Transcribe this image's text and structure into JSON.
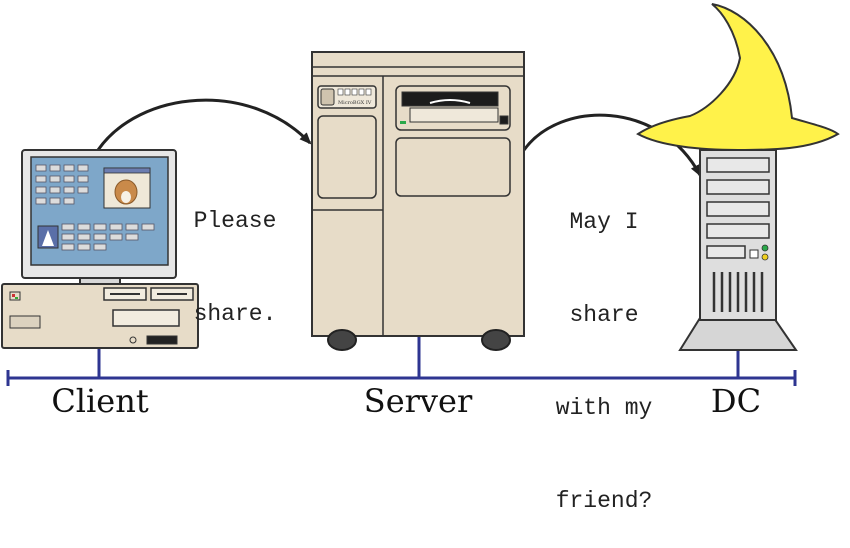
{
  "messages": {
    "client_to_server": [
      "Please",
      "share."
    ],
    "server_to_dc": [
      "May I",
      "share",
      "with my",
      "friend?"
    ]
  },
  "nodes": {
    "client": "Client",
    "server": "Server",
    "dc": "DC"
  },
  "server_badge": "MicroBGX IV",
  "colors": {
    "network": "#2e3591",
    "beige": "#e7dcc8",
    "beige_dark": "#cfc3ae",
    "hat": "#fff24a",
    "tower": "#dedede",
    "screen": "#7ea7c9"
  }
}
